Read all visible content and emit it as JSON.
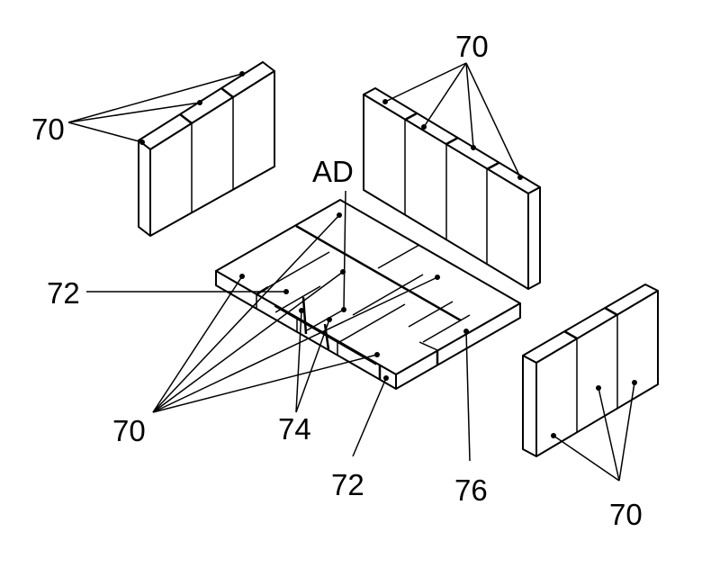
{
  "labels": {
    "panel_top_left": "70",
    "panel_top_right": "70",
    "panel_bottom_right": "70",
    "base_group": "70",
    "ad": "AD",
    "spacer_left": "72",
    "spacer_bottom": "72",
    "inner_blocks": "74",
    "base_block": "76"
  }
}
